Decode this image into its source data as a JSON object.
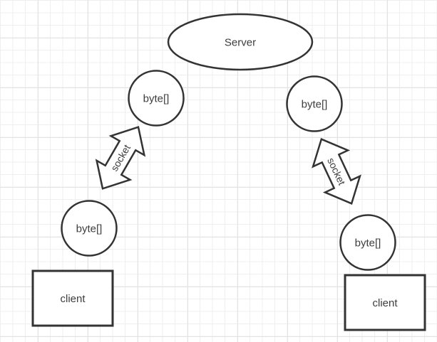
{
  "canvas": {
    "background": "#ffffff",
    "grid_minor_color": "#efefef",
    "grid_major_color": "#e3e3e3",
    "stroke_color": "#333333",
    "shape_fill": "#ffffff",
    "text_color": "#3d3d3d"
  },
  "nodes": {
    "server": "Server",
    "buffer_top_left": "byte[]",
    "buffer_top_right": "byte[]",
    "buffer_bottom_left": "byte[]",
    "buffer_bottom_right": "byte[]",
    "client_left": "client",
    "client_right": "client"
  },
  "connectors": {
    "socket_left": "socket",
    "socket_right": "socket"
  }
}
